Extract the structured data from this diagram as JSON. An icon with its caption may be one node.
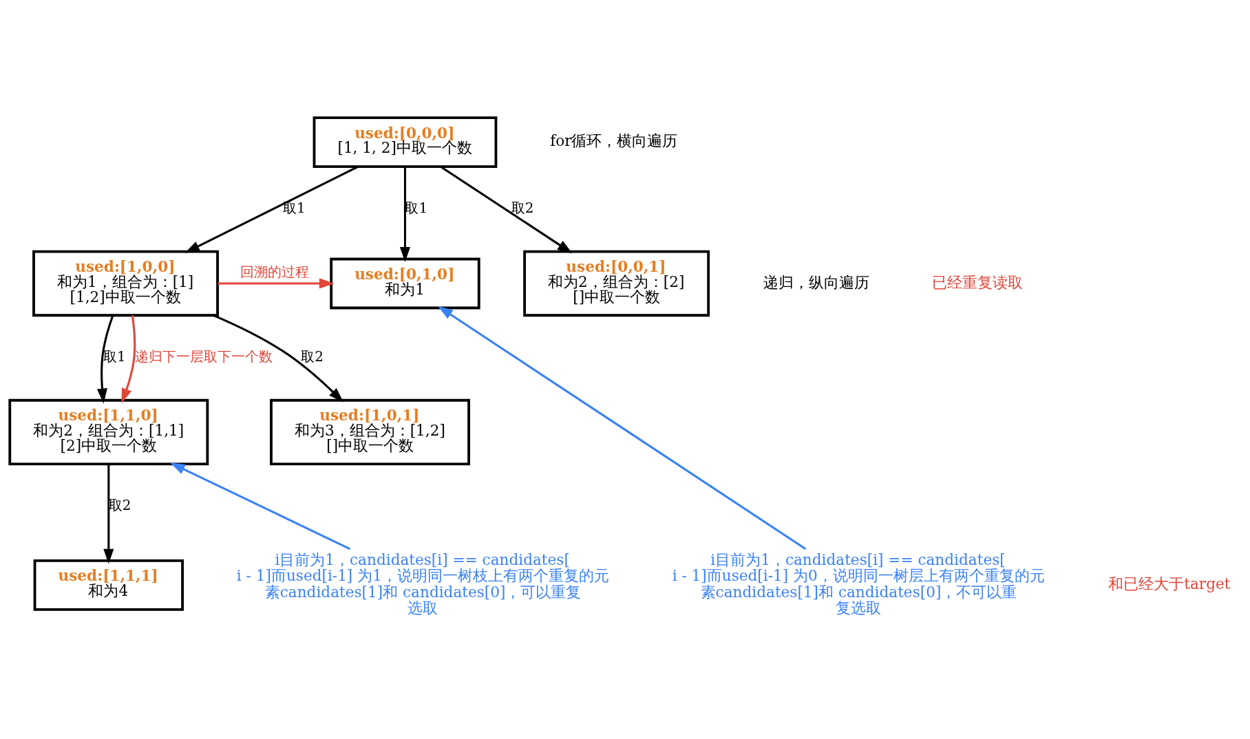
{
  "diagram": {
    "nodes": [
      {
        "text": [
          "used:[0,0,0]",
          "[1, 1, 2]中取一个数"
        ]
      },
      {
        "text": [
          "used:[1,0,0]",
          "和为1，组合为：[1]",
          "[1,2]中取一个数"
        ]
      },
      {
        "text": [
          "used:[0,1,0]",
          "和为1"
        ]
      },
      {
        "text": [
          "used:[0,0,1]",
          "和为2，组合为：[2]",
          "[]中取一个数"
        ]
      },
      {
        "text": [
          "used:[1,1,0]",
          "和为2，组合为：[1,1]",
          "[2]中取一个数"
        ]
      },
      {
        "text": [
          "used:[1,0,1]",
          "和为3，组合为：[1,2]",
          "[]中取一个数"
        ]
      },
      {
        "text": [
          "used:[1,1,1]",
          "和为4"
        ]
      },
      {
        "text": [
          "i目前为1，candidates[i] == candidates[i - 1]而used[i-1] 为0，说明同一树层上有两个重复的元素candidates[1]和 candidates[0]，不可以重复选取"
        ]
      },
      {
        "text": [
          "i目前为1，candidates[i] == candidates[i - 1]而used[i-1] 为1，说明同一树枝上有两个重复的元素candidates[1]和 candidates[0]，可以重复选取"
        ]
      }
    ],
    "edges": [
      {
        "from": 0,
        "to": 1,
        "arrow": "to",
        "label": "取1"
      },
      {
        "from": 0,
        "to": 2,
        "arrow": "to",
        "label": "取1"
      },
      {
        "from": 0,
        "to": 3,
        "arrow": "to",
        "label": "取2"
      },
      {
        "from": 1,
        "to": 4,
        "arrow": "to",
        "label": "取1"
      },
      {
        "from": 1,
        "to": 5,
        "arrow": "to",
        "label": "取2"
      },
      {
        "from": 4,
        "to": 6,
        "arrow": "to",
        "label": "取2"
      },
      {
        "from": 7,
        "to": 2,
        "arrow": "to",
        "color": "#3b82f6"
      },
      {
        "from": 8,
        "to": 4,
        "arrow": "to",
        "color": "#3b82f6"
      },
      {
        "from": 1,
        "to": 2,
        "arrow": "to",
        "label": "回溯的过程",
        "color": "#e0463a"
      },
      {
        "from": 1,
        "to": 4,
        "arrow": "to",
        "label": "递归下一层取下一个数",
        "color": "#e0463a"
      }
    ],
    "labels": [
      "for循环，横向遍历",
      "递归，纵向遍历",
      "已经重复读取",
      "和已经大于target"
    ]
  }
}
